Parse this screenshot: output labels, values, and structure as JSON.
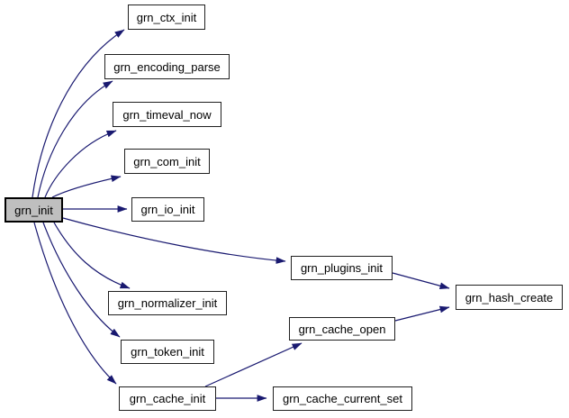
{
  "graph": {
    "type": "call-graph",
    "background_color": "#ffffff",
    "edge_color": "#191970",
    "node_border_color": "#202020",
    "node_fill_color": "#ffffff",
    "focus_node_fill_color": "#bfbfbf",
    "text_color": "#000000",
    "focus_node": "grn_init",
    "nodes": [
      {
        "id": "grn_init",
        "label": "grn_init"
      },
      {
        "id": "grn_ctx_init",
        "label": "grn_ctx_init"
      },
      {
        "id": "grn_encoding_parse",
        "label": "grn_encoding_parse"
      },
      {
        "id": "grn_timeval_now",
        "label": "grn_timeval_now"
      },
      {
        "id": "grn_com_init",
        "label": "grn_com_init"
      },
      {
        "id": "grn_io_init",
        "label": "grn_io_init"
      },
      {
        "id": "grn_plugins_init",
        "label": "grn_plugins_init"
      },
      {
        "id": "grn_normalizer_init",
        "label": "grn_normalizer_init"
      },
      {
        "id": "grn_token_init",
        "label": "grn_token_init"
      },
      {
        "id": "grn_cache_init",
        "label": "grn_cache_init"
      },
      {
        "id": "grn_cache_open",
        "label": "grn_cache_open"
      },
      {
        "id": "grn_hash_create",
        "label": "grn_hash_create"
      },
      {
        "id": "grn_cache_current_set",
        "label": "grn_cache_current_set"
      }
    ],
    "edges": [
      {
        "from": "grn_init",
        "to": "grn_ctx_init"
      },
      {
        "from": "grn_init",
        "to": "grn_encoding_parse"
      },
      {
        "from": "grn_init",
        "to": "grn_timeval_now"
      },
      {
        "from": "grn_init",
        "to": "grn_com_init"
      },
      {
        "from": "grn_init",
        "to": "grn_io_init"
      },
      {
        "from": "grn_init",
        "to": "grn_plugins_init"
      },
      {
        "from": "grn_init",
        "to": "grn_normalizer_init"
      },
      {
        "from": "grn_init",
        "to": "grn_token_init"
      },
      {
        "from": "grn_init",
        "to": "grn_cache_init"
      },
      {
        "from": "grn_plugins_init",
        "to": "grn_hash_create"
      },
      {
        "from": "grn_cache_open",
        "to": "grn_hash_create"
      },
      {
        "from": "grn_cache_init",
        "to": "grn_cache_open"
      },
      {
        "from": "grn_cache_init",
        "to": "grn_cache_current_set"
      }
    ]
  }
}
